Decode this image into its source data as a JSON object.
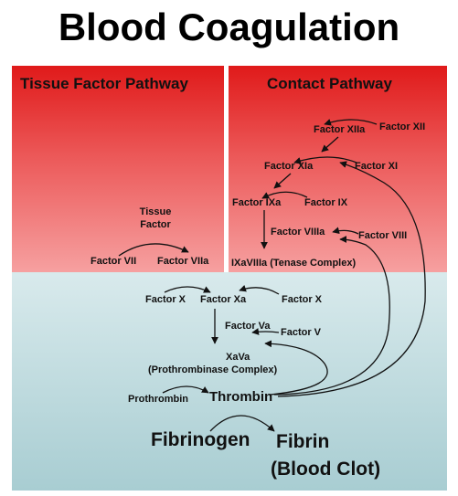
{
  "title": "Blood Coagulation",
  "headers": {
    "tissue_factor_pathway": "Tissue Factor Pathway",
    "contact_pathway": "Contact Pathway"
  },
  "nodes": {
    "factor_xiia": "Factor XIIa",
    "factor_xii": "Factor XII",
    "factor_xia": "Factor XIa",
    "factor_xi": "Factor XI",
    "factor_ixa": "Factor IXa",
    "factor_ix": "Factor IX",
    "factor_viiia": "Factor VIIIa",
    "factor_viii": "Factor VIII",
    "tenase_complex": "IXaVIIIa (Tenase Complex)",
    "tissue_factor_line1": "Tissue",
    "tissue_factor_line2": "Factor",
    "factor_vii": "Factor VII",
    "factor_viia": "Factor VIIa",
    "factor_x_left": "Factor X",
    "factor_xa": "Factor Xa",
    "factor_x_right": "Factor X",
    "factor_va": "Factor Va",
    "factor_v": "Factor V",
    "xava": "XaVa",
    "prothrombinase_complex": "(Prothrombinase Complex)",
    "prothrombin": "Prothrombin",
    "thrombin": "Thrombin",
    "fibrinogen": "Fibrinogen",
    "fibrin": "Fibrin",
    "blood_clot": "(Blood Clot)"
  },
  "colors": {
    "pathway_panel_top": "#e01a1a",
    "pathway_panel_bottom": "#f6a0a0",
    "background_top": "#ecf6f6",
    "background_bottom": "#a8cdd2"
  }
}
